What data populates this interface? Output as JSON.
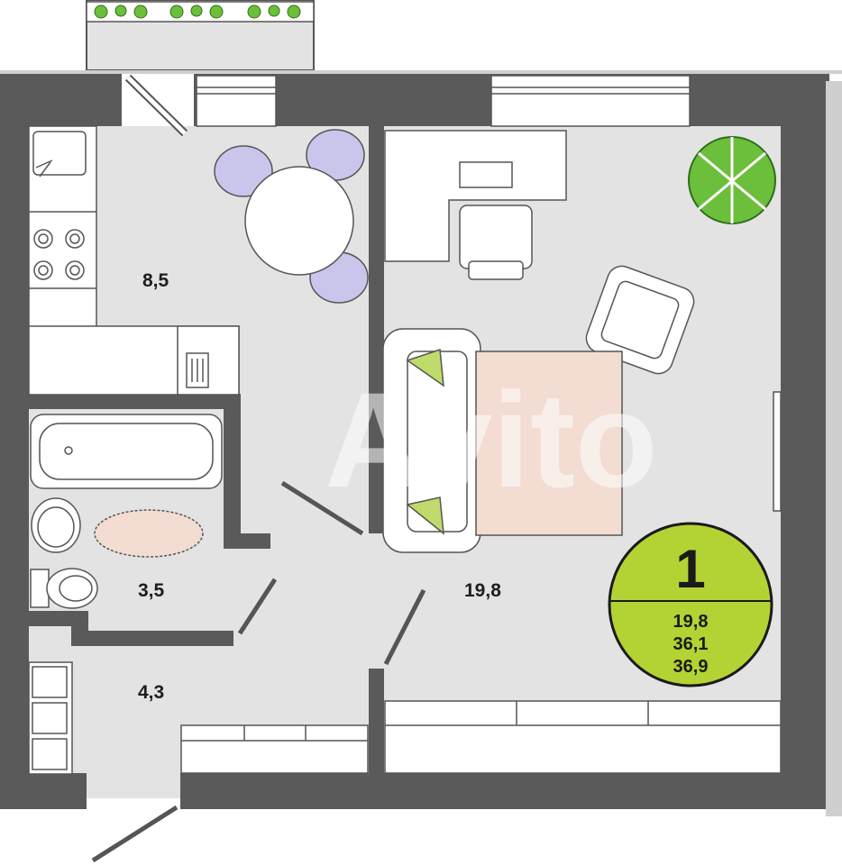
{
  "plan": {
    "rooms": {
      "kitchen": {
        "area": "8,5"
      },
      "bathroom": {
        "area": "3,5"
      },
      "hall": {
        "area": "4,3"
      },
      "living": {
        "area": "19,8"
      }
    },
    "badge": {
      "rooms_count": "1",
      "living_area": "19,8",
      "total_area": "36,1",
      "area_with_balcony": "36,9"
    },
    "watermark": "Avito"
  },
  "colors": {
    "wall": "#5a5a5a",
    "floor": "#e3e3e3",
    "badge": "#b3d334",
    "rug": "#f3dcd1",
    "chair": "#c9c5eb",
    "plant": "#6cbf3a",
    "pillow": "#bfdc6a"
  }
}
